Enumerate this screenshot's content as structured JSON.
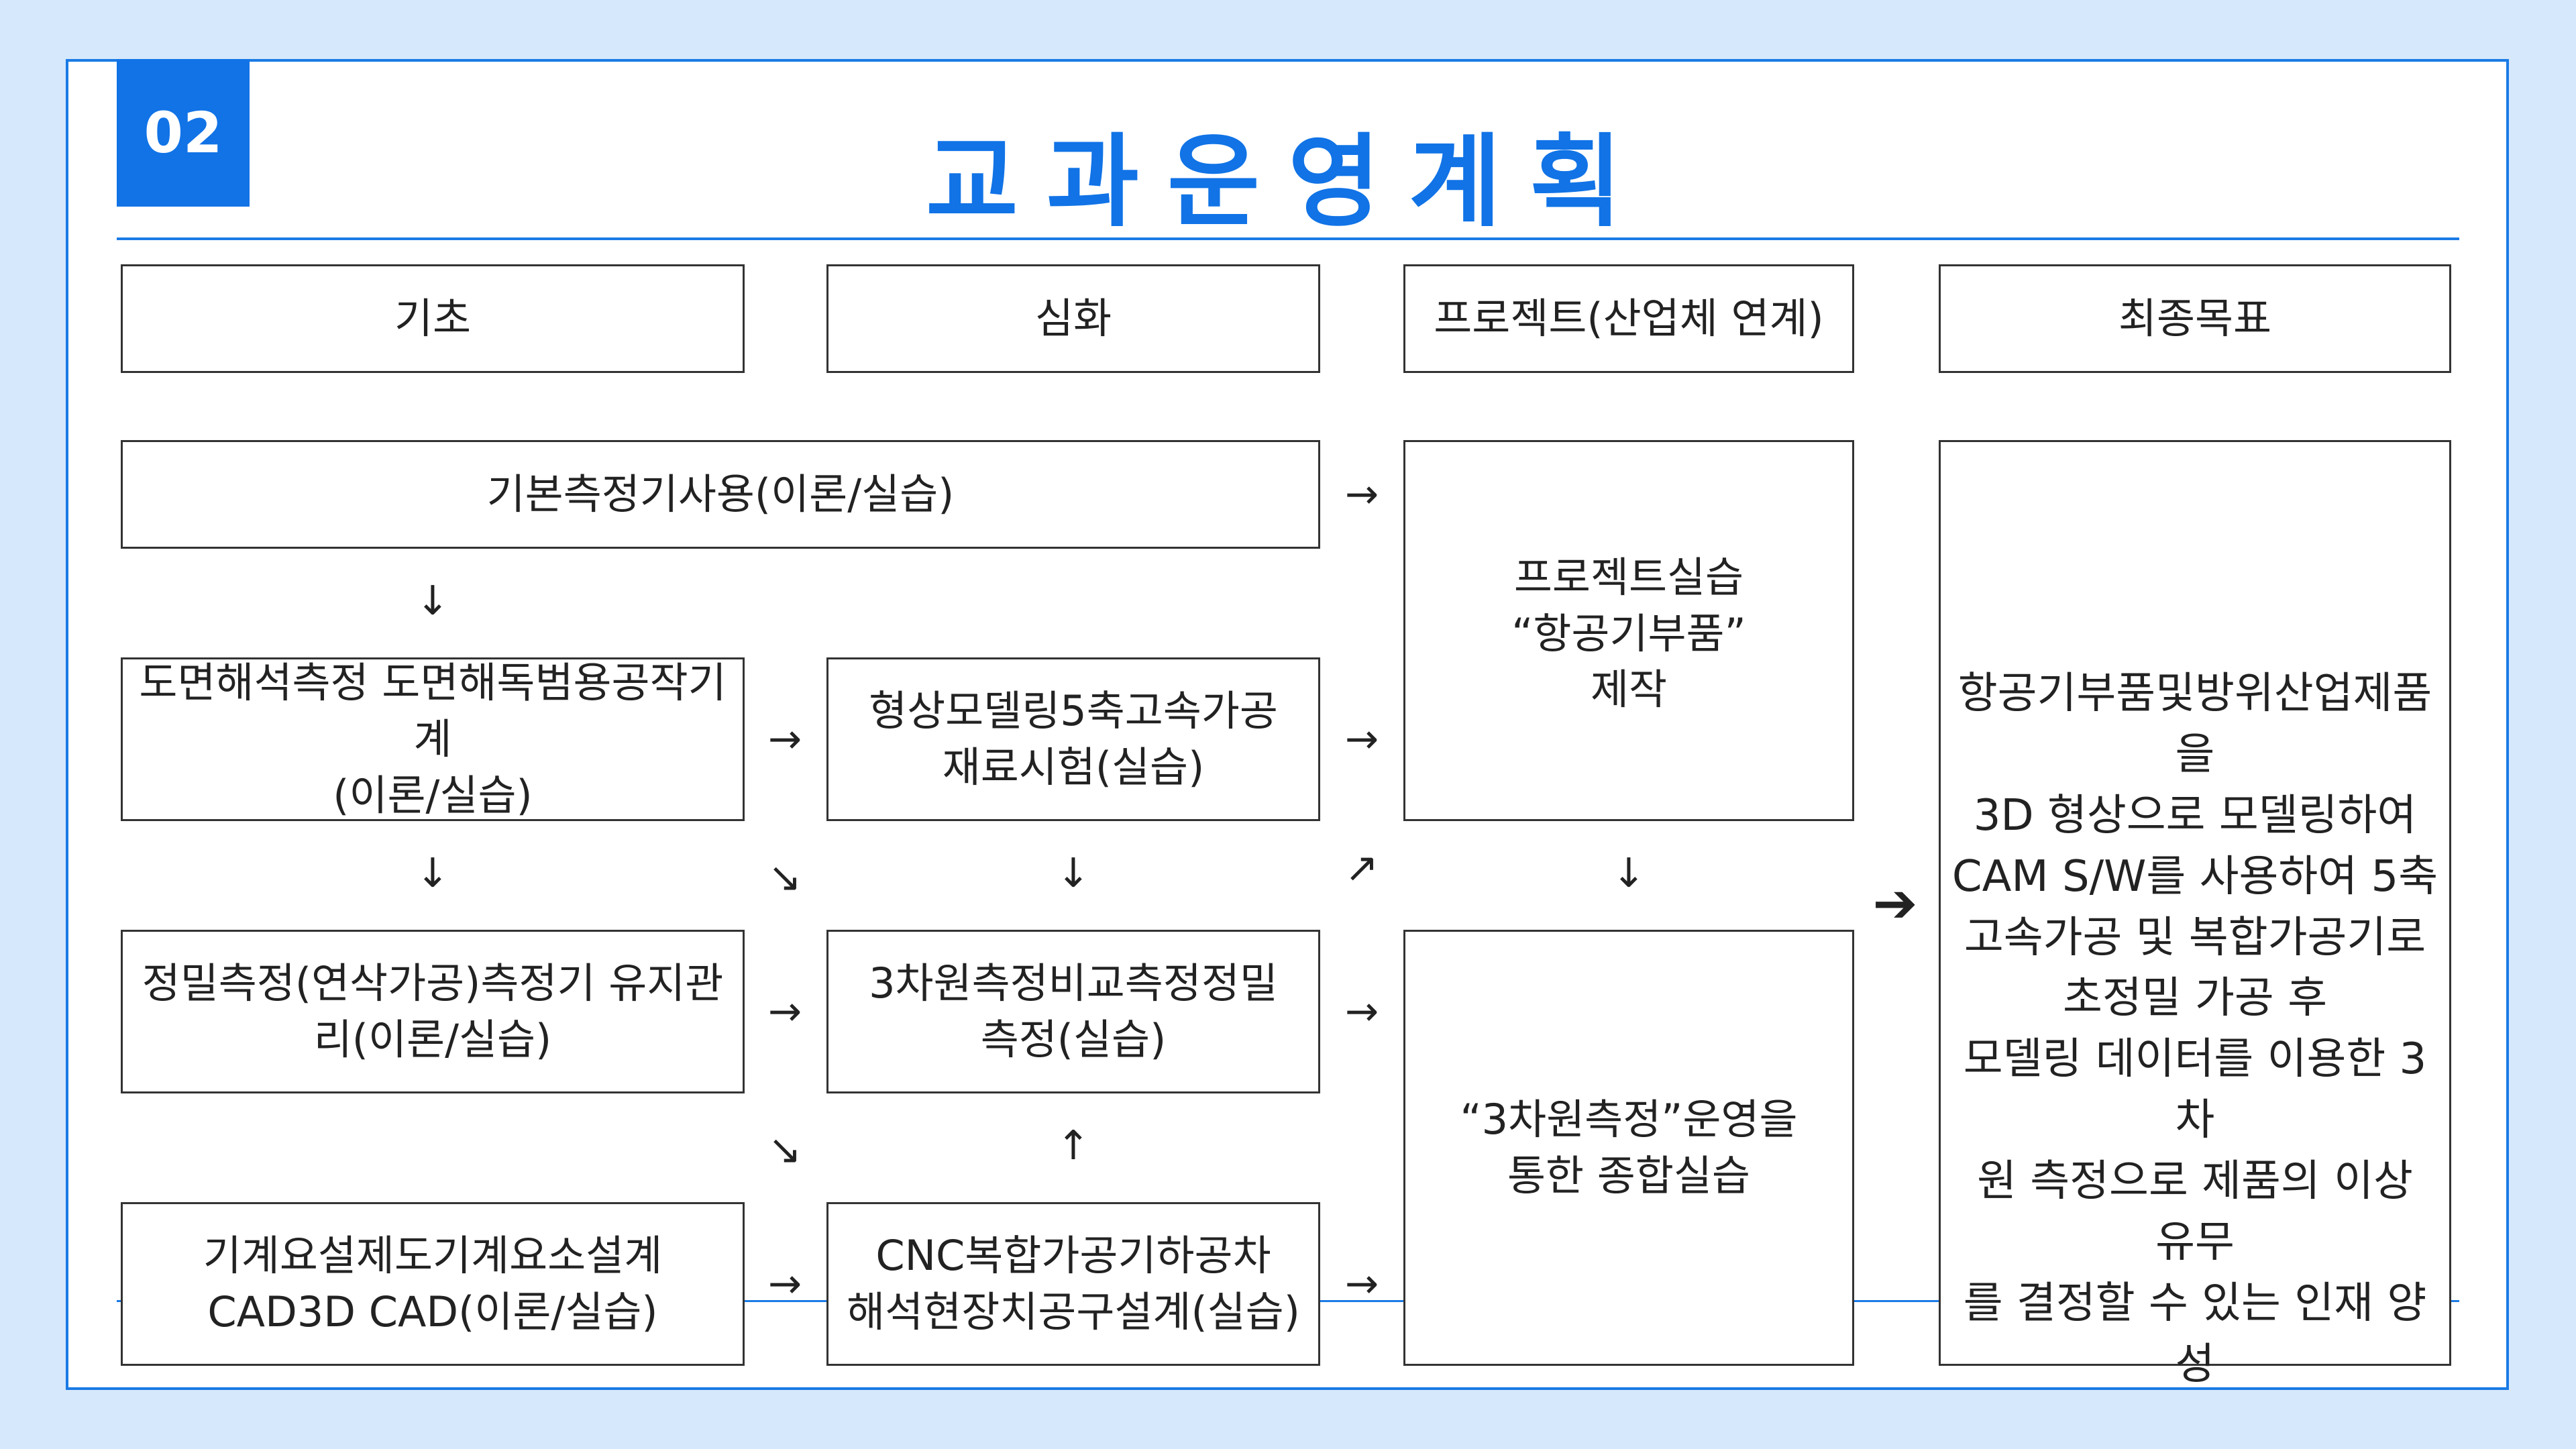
{
  "badge": "02",
  "title": "교과운영계획",
  "columns": [
    "기초",
    "심화",
    "프로젝트(산업체 연계)",
    "최종목표"
  ],
  "boxes": {
    "basic_measure": "기본측정기사용(이론/실습)",
    "drawing": "도면해석측정 도면해독범용공작기계\n(이론/실습)",
    "modeling": "형상모델링5축고속가공\n재료시험(실습)",
    "precision": "정밀측정(연삭가공)측정기 유지관\n리(이론/실습)",
    "cmm": "3차원측정비교측정정밀\n측정(실습)",
    "cad": "기계요설제도기계요소설계\nCAD3D CAD(이론/실습)",
    "cnc": "CNC복합가공기하공차\n해석현장치공구설계(실습)",
    "project": "프로젝트실습\n“항공기부품”\n제작",
    "practice": "“3차원측정”운영을\n통한 종합실습",
    "goal": "항공기부품및방위산업제품을\n3D 형상으로 모델링하여\nCAM S/W를 사용하여 5축\n고속가공 및 복합가공기로\n초정밀 가공 후\n모델링 데이터를 이용한 3차\n원 측정으로 제품의 이상 유무\n를 결정할 수 있는 인재 양성"
  },
  "arrows": {
    "right": "→",
    "down": "↓",
    "up": "↑",
    "diag_down": "↘",
    "diag_up": "↗",
    "bold_right": "➔"
  }
}
